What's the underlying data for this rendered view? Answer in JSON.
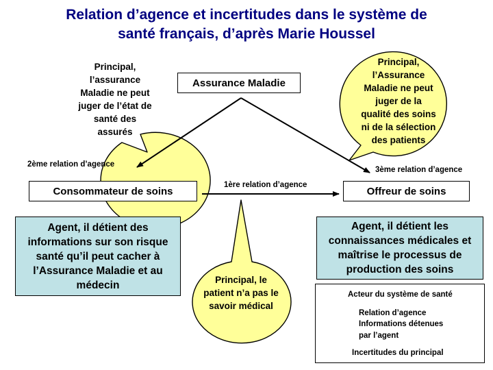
{
  "title": {
    "line1": "Relation d’agence et incertitudes dans le système de",
    "line2": "santé français, d’après Marie Houssel"
  },
  "actors": {
    "top": "Assurance Maladie",
    "left": "Consommateur de soins",
    "right": "Offreur de soins"
  },
  "relations": {
    "first": "1ère relation d’agence",
    "second": "2ème  relation d’agence",
    "third": "3ème  relation d’agence"
  },
  "bubbles": {
    "top_left": [
      "Principal,",
      "l’assurance",
      "Maladie ne peut",
      "juger de l’état de",
      "santé des",
      "assurés"
    ],
    "top_right": [
      "Principal,",
      "l’Assurance",
      "Maladie ne peut",
      "juger de la",
      "qualité des soins",
      "ni de la sélection",
      "des patients"
    ],
    "bottom_center": [
      "Principal, le",
      "patient n’a pas le",
      "savoir médical"
    ]
  },
  "info": {
    "left": [
      "Agent, il détient des",
      "informations sur son risque",
      "santé qu’il peut cacher à",
      "l’Assurance Maladie et au",
      "médecin"
    ],
    "right": [
      "Agent, il détient les",
      "connaissances médicales et",
      "maîtrise le processus de",
      "production des soins"
    ]
  },
  "legend": {
    "actor": "Acteur du système de santé",
    "relation": "Relation d’agence",
    "info_line1": "Informations détenues",
    "info_line2": "par l’agent",
    "uncertainty": "Incertitudes du principal"
  },
  "colors": {
    "title": "#000080",
    "bubble_fill": "#ffff99",
    "info_fill": "#bfe2e6",
    "stroke": "#000000"
  }
}
